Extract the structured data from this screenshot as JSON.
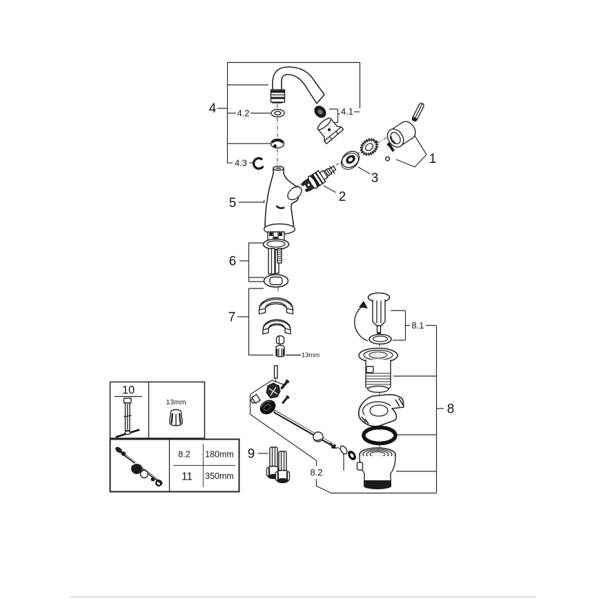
{
  "diagram": {
    "type": "exploded-parts-diagram",
    "line_color": "#222222",
    "background": "#ffffff",
    "callouts": {
      "n1": "1",
      "n2": "2",
      "n3": "3",
      "n4": "4",
      "n4_1": "4.1",
      "n4_2": "4.2",
      "n4_3": "4.3",
      "n5": "5",
      "n6": "6",
      "n7": "7",
      "n8": "8",
      "n8_1": "8.1",
      "n8_2": "8.2",
      "n9": "9",
      "wrench_size": "13mm"
    },
    "legend_table": {
      "tool_ref": "10",
      "tool_size": "13mm",
      "rows": [
        {
          "ref": "8.2",
          "length": "180mm"
        },
        {
          "ref": "11",
          "length": "350mm"
        }
      ]
    }
  }
}
